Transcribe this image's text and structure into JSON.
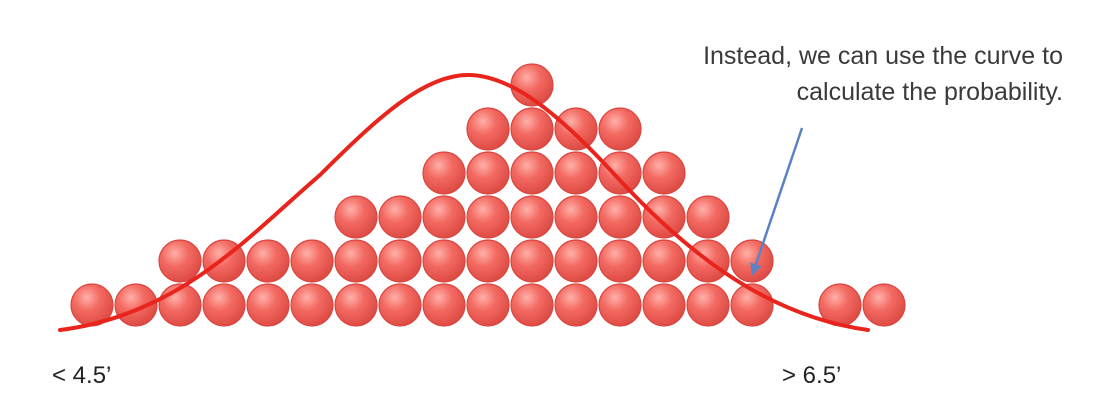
{
  "annotation": {
    "line1": "Instead, we can use the curve to",
    "line2": "calculate the probability."
  },
  "axis": {
    "left_label": "< 4.5’",
    "right_label": "> 6.5’"
  },
  "colors": {
    "ball_fill": "#f0605a",
    "ball_edge": "#d8463f",
    "curve": "#e8241c",
    "arrow": "#5a82c4",
    "text": "#3a3a3a"
  },
  "stack_counts": [
    1,
    1,
    2,
    2,
    2,
    2,
    3,
    3,
    4,
    5,
    6,
    5,
    5,
    4,
    3,
    2,
    0,
    1,
    1
  ]
}
